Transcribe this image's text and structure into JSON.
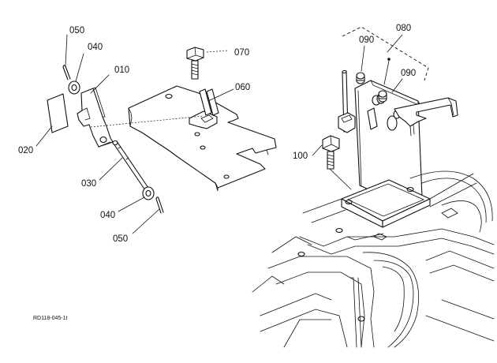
{
  "diagram": {
    "drawing_code": "RD118-045-1t",
    "callouts": {
      "p050_top": "050",
      "p040_top": "040",
      "p010": "010",
      "p020": "020",
      "p030": "030",
      "p040_bottom": "040",
      "p050_bottom": "050",
      "p070": "070",
      "p060": "060",
      "p080": "080",
      "p090_left": "090",
      "p090_right": "090",
      "p100": "100"
    }
  }
}
